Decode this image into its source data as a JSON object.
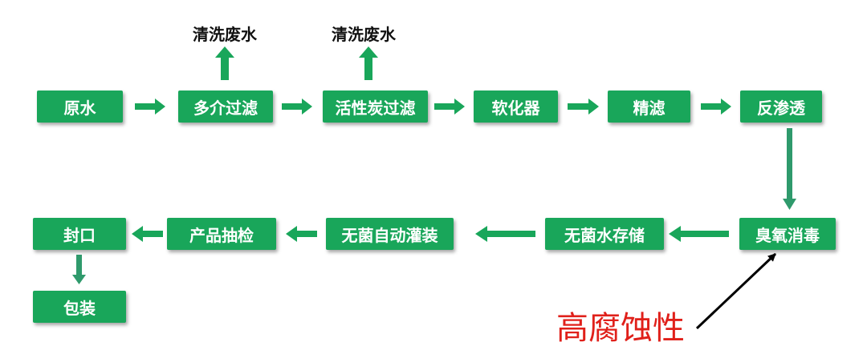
{
  "flow": {
    "raw_water": "原水",
    "multi_media_filter": "多介过滤",
    "activated_carbon_filter": "活性炭过滤",
    "softener": "软化器",
    "fine_filter": "精滤",
    "reverse_osmosis": "反渗透",
    "ozone_disinfection": "臭氧消毒",
    "sterile_water_storage": "无菌水存储",
    "aseptic_filling": "无菌自动灌装",
    "product_inspection": "产品抽检",
    "sealing": "封口",
    "packaging": "包装"
  },
  "waste_labels": [
    "清洗废水",
    "清洗废水"
  ],
  "annotation": "高腐蚀性",
  "colors": {
    "box_fill": "#19a65a",
    "flow_arrow": "#19a65a",
    "down_arrow": "#2f9a6c",
    "annotation_text": "#e0201a",
    "annotation_arrow": "#000000"
  }
}
